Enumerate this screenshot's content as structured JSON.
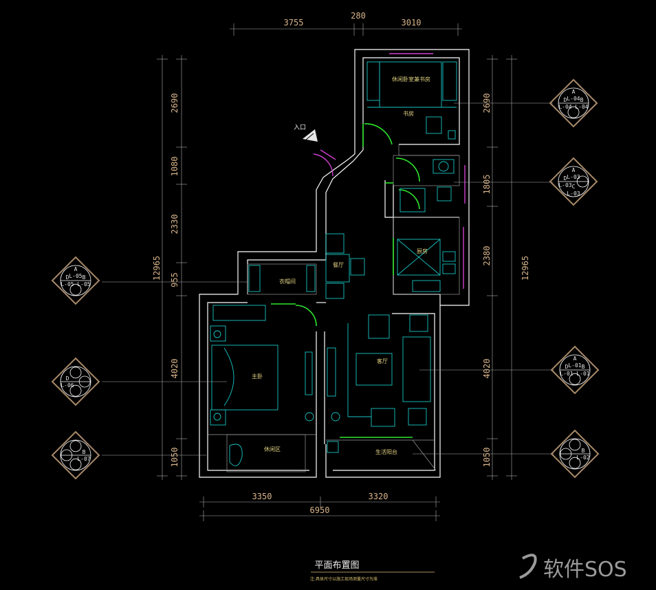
{
  "dims": {
    "top": [
      "3755",
      "280",
      "3010"
    ],
    "left": [
      "2690",
      "1080",
      "2330",
      "955",
      "4020",
      "1050"
    ],
    "left_total": "12965",
    "right": [
      "2690",
      "1805",
      "2380",
      "4020",
      "1050"
    ],
    "right_total": "12965",
    "bottom": [
      "3350",
      "3320"
    ],
    "bottom_total": "6950"
  },
  "rooms": {
    "entry": "入口",
    "top_bedroom": "休闲卧室兼书房",
    "study": "书房",
    "kitchen": "厨房",
    "dining": "餐厅",
    "cloakroom": "衣帽间",
    "master_bedroom": "主卧",
    "living": "客厅",
    "balcony": "休闲区",
    "laundry": "生活阳台"
  },
  "index_tags": [
    {
      "id": "L04",
      "top": "A",
      "top_code": "L-04",
      "left": "D",
      "left_code": "L-04",
      "right": "B",
      "right_code": "L-04",
      "bottom": "",
      "bottom_code": ""
    },
    {
      "id": "L03",
      "top": "A",
      "top_code": "L-03",
      "left": "D",
      "left_code": "L-03",
      "right": "",
      "right_code": "",
      "bottom": "C",
      "bottom_code": "L-03"
    },
    {
      "id": "L05",
      "top": "A",
      "top_code": "L-05",
      "left": "D",
      "left_code": "L-05",
      "right": "B",
      "right_code": "L-05",
      "bottom": "",
      "bottom_code": ""
    },
    {
      "id": "L01",
      "top": "A",
      "top_code": "L-01",
      "left": "D",
      "left_code": "L-01",
      "right": "B",
      "right_code": "L-01",
      "bottom": "",
      "bottom_code": ""
    },
    {
      "id": "L06",
      "top": "",
      "top_code": "",
      "left": "D",
      "left_code": "L-06",
      "right": "",
      "right_code": "",
      "bottom": "",
      "bottom_code": ""
    },
    {
      "id": "L02",
      "top": "",
      "top_code": "",
      "left": "",
      "left_code": "",
      "right": "B",
      "right_code": "L-02",
      "bottom": "",
      "bottom_code": ""
    },
    {
      "id": "L07",
      "top": "",
      "top_code": "",
      "left": "",
      "left_code": "",
      "right": "B",
      "right_code": "L-07",
      "bottom": "",
      "bottom_code": ""
    }
  ],
  "title": "平面布置图",
  "subtitle": "注:具体尺寸以施工现场测量尺寸为准",
  "watermark": "软件SOS",
  "colors": {
    "wall": "#ffffff",
    "furniture": "#19c6c6",
    "door": "#2ee82e",
    "window": "#d040d0",
    "dimension": "#d8b48a"
  }
}
